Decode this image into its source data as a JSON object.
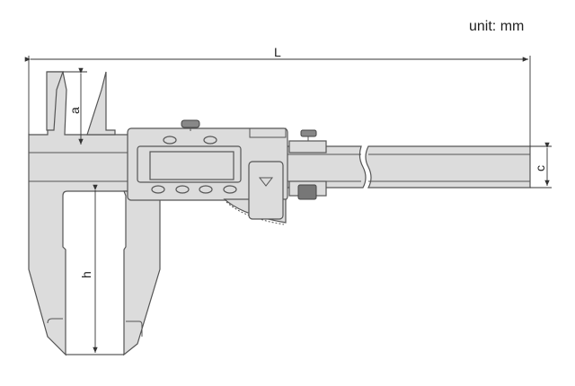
{
  "unit_label": "unit: mm",
  "dimensions": {
    "length": "L",
    "jaw_depth_upper": "a",
    "jaw_depth_lower": "h",
    "beam_height": "c"
  },
  "colors": {
    "body": "#dcdcdc",
    "outline": "#555555"
  }
}
